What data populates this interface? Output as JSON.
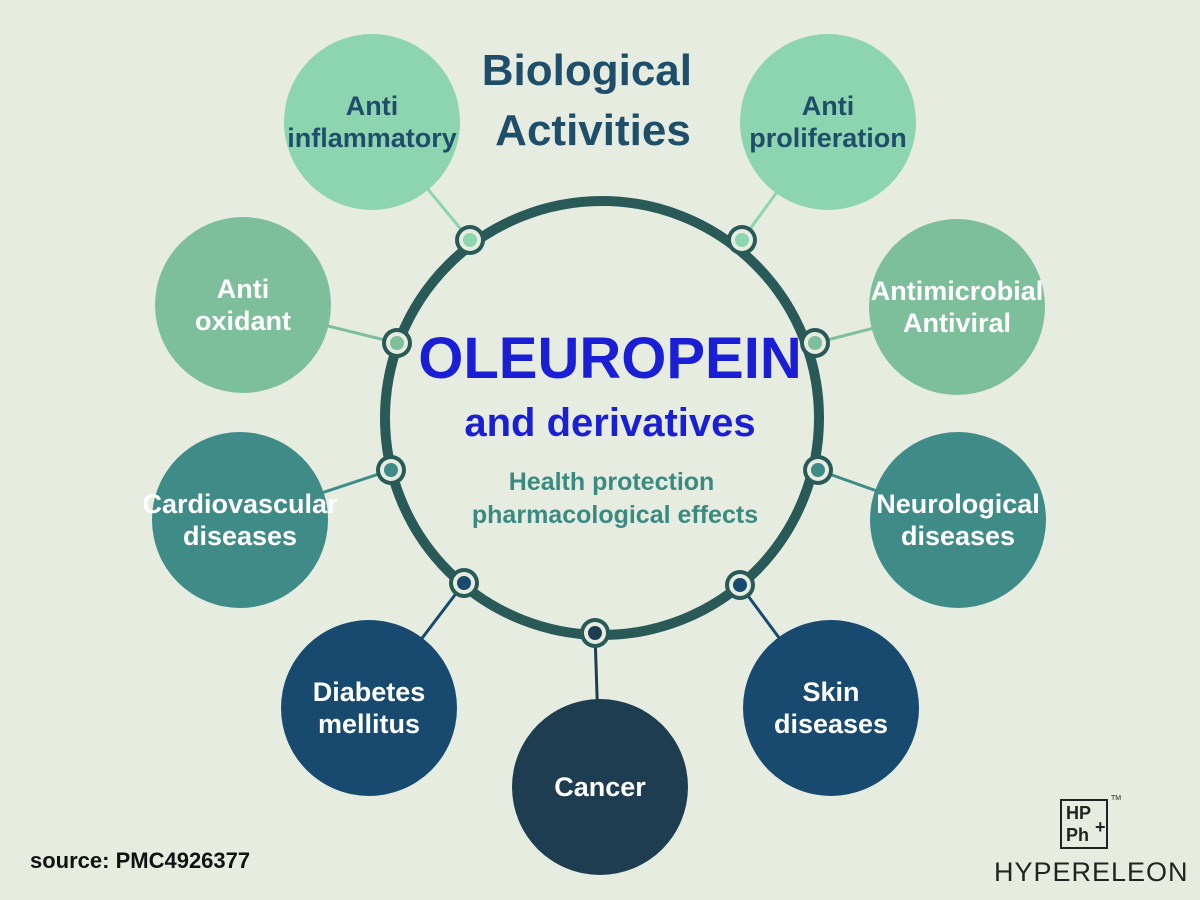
{
  "title": [
    "Biological",
    "Activities"
  ],
  "center": {
    "main": "OLEUROPEIN",
    "sub": "and derivatives",
    "caption": [
      "Health protection",
      "pharmacological effects"
    ]
  },
  "nodes": [
    {
      "id": "anti-inflammatory",
      "lines": [
        "Anti",
        "inflammatory"
      ],
      "fill": "#8dd5b0",
      "text_color": "#1f4e6b"
    },
    {
      "id": "anti-proliferation",
      "lines": [
        "Anti",
        "proliferation"
      ],
      "fill": "#8dd5b0",
      "text_color": "#1f4e6b"
    },
    {
      "id": "anti-oxidant",
      "lines": [
        "Anti",
        "oxidant"
      ],
      "fill": "#7dbf9b",
      "text_color": "#ffffff"
    },
    {
      "id": "antimicrobial-antiviral",
      "lines": [
        "Antimicrobial",
        "Antiviral"
      ],
      "fill": "#7dbf9b",
      "text_color": "#ffffff"
    },
    {
      "id": "cardiovascular-diseases",
      "lines": [
        "Cardiovascular",
        "diseases"
      ],
      "fill": "#3f8b87",
      "text_color": "#ffffff"
    },
    {
      "id": "neurological-diseases",
      "lines": [
        "Neurological",
        "diseases"
      ],
      "fill": "#3f8b87",
      "text_color": "#ffffff"
    },
    {
      "id": "diabetes-mellitus",
      "lines": [
        "Diabetes",
        "mellitus"
      ],
      "fill": "#174a6e",
      "text_color": "#ffffff"
    },
    {
      "id": "skin-diseases",
      "lines": [
        "Skin",
        "diseases"
      ],
      "fill": "#174a6e",
      "text_color": "#ffffff"
    },
    {
      "id": "cancer",
      "lines": [
        "Cancer"
      ],
      "fill": "#1e3d50",
      "text_color": "#ffffff"
    }
  ],
  "source": "source: PMC4926377",
  "logo": {
    "top": "HP",
    "bottom": "Ph",
    "plus": "+",
    "tm": "TM",
    "word": "HYPERELEON"
  },
  "colors": {
    "background": "#e6ede0",
    "ring": "#2a5a58",
    "title": "#1f4e6b",
    "center_main": "#1a1fd6",
    "caption": "#3a8a82"
  }
}
